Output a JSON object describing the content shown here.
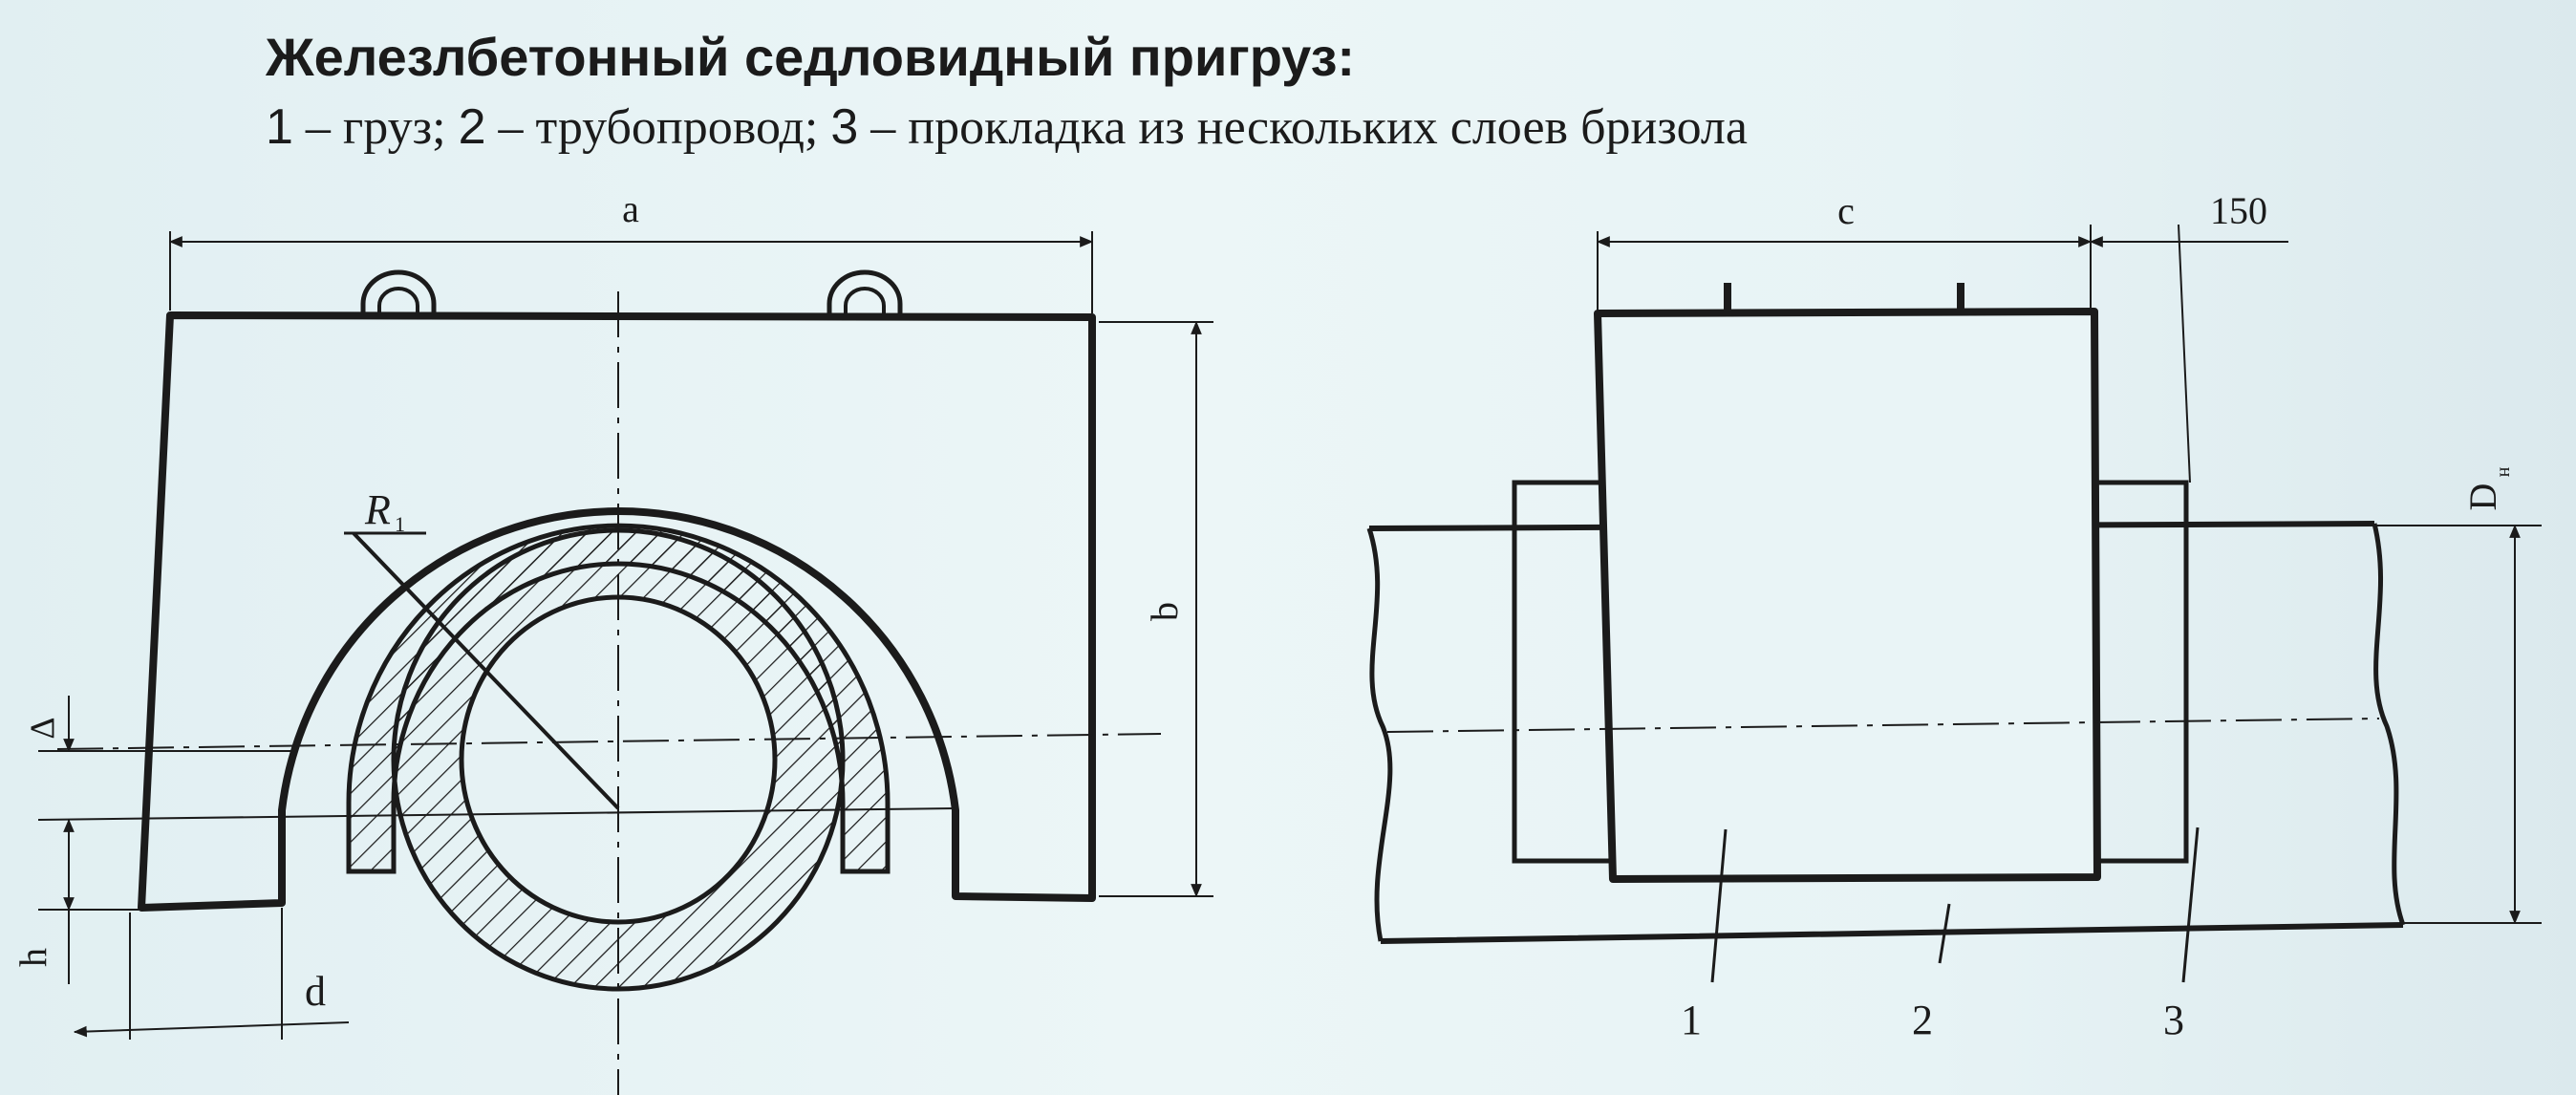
{
  "title": {
    "line1": "Железлбетонный седловидный пригруз:",
    "line2_part1_num": "1",
    "line2_part1_text": " – груз; ",
    "line2_part2_num": "2",
    "line2_part2_text": " – трубопровод; ",
    "line2_part3_num": "3",
    "line2_part3_text": " – прокладка из нескольких слоев бризола"
  },
  "front_view": {
    "dim_a": "a",
    "dim_b": "b",
    "dim_R": "R",
    "dim_R_sub": "1",
    "dim_delta": "Δ",
    "dim_h": "h",
    "dim_d": "d"
  },
  "side_view": {
    "dim_c": "c",
    "dim_150": "150",
    "dim_D": "D",
    "dim_D_sub": "н",
    "callout_1": "1",
    "callout_2": "2",
    "callout_3": "3"
  },
  "colors": {
    "ink": "#1b1b1b",
    "background": "#e4f1f4"
  }
}
